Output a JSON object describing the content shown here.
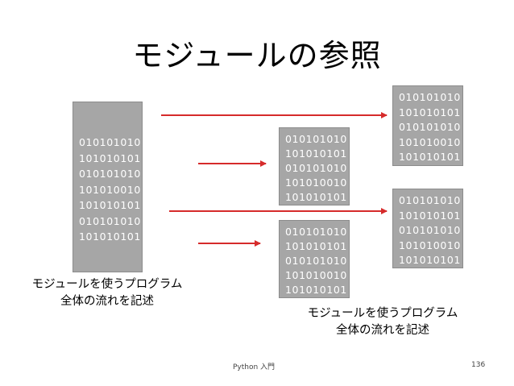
{
  "slide": {
    "title": "モジュールの参照",
    "footer_center": "Python 入門",
    "page_number": "136"
  },
  "blocks": {
    "main": [
      "010101010",
      "101010101",
      "010101010",
      "101010010",
      "101010101",
      "010101010",
      "101010101"
    ],
    "mid_top": [
      "010101010",
      "101010101",
      "010101010",
      "101010010",
      "101010101"
    ],
    "mid_bottom": [
      "010101010",
      "101010101",
      "010101010",
      "101010010",
      "101010101"
    ],
    "right_top": [
      "010101010",
      "101010101",
      "010101010",
      "101010010",
      "101010101"
    ],
    "right_bottom": [
      "010101010",
      "101010101",
      "010101010",
      "101010010",
      "101010101"
    ]
  },
  "captions": {
    "left": [
      "モジュールを使うプログラム",
      "全体の流れを記述"
    ],
    "right": [
      "モジュールを使うプログラム",
      "全体の流れを記述"
    ]
  },
  "colors": {
    "block_fill": "#a6a6a6",
    "arrow": "#d62b2b",
    "block_text": "#ffffff"
  }
}
